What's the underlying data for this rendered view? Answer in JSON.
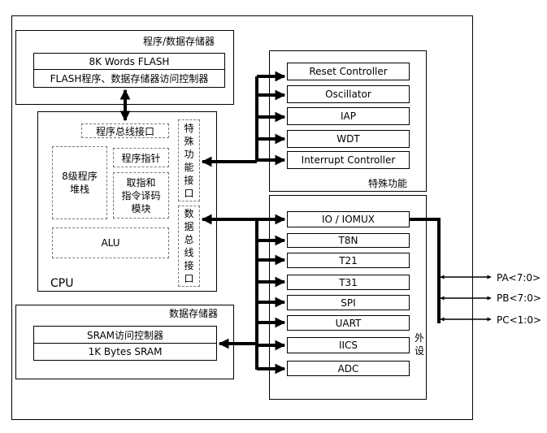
{
  "program_memory": {
    "title": "程序/数据存储器",
    "flash": "8K Words FLASH",
    "flash_ctrl": "FLASH程序、数据存储器访问控制器"
  },
  "cpu": {
    "label": "CPU",
    "prog_bus_if": "程序总线接口",
    "stack": "8级程序\n堆栈",
    "pc": "程序指针",
    "decoder": "取指和\n指令译码\n模块",
    "alu": "ALU",
    "special_if": "特\n殊\n功\n能\n接\n口",
    "data_bus_if": "数\n据\n总\n线\n接\n口"
  },
  "data_memory": {
    "title": "数据存储器",
    "sram_ctrl": "SRAM访问控制器",
    "sram": "1K Bytes SRAM"
  },
  "special_functions": {
    "title": "特殊功能",
    "items": [
      "Reset Controller",
      "Oscillator",
      "IAP",
      "WDT",
      "Interrupt Controller"
    ]
  },
  "peripherals": {
    "title": "外\n设",
    "items": [
      "IO / IOMUX",
      "T8N",
      "T21",
      "T31",
      "SPI",
      "UART",
      "IICS",
      "ADC"
    ]
  },
  "ports": [
    "PA<7:0>",
    "PB<7:0>",
    "PC<1:0>"
  ]
}
